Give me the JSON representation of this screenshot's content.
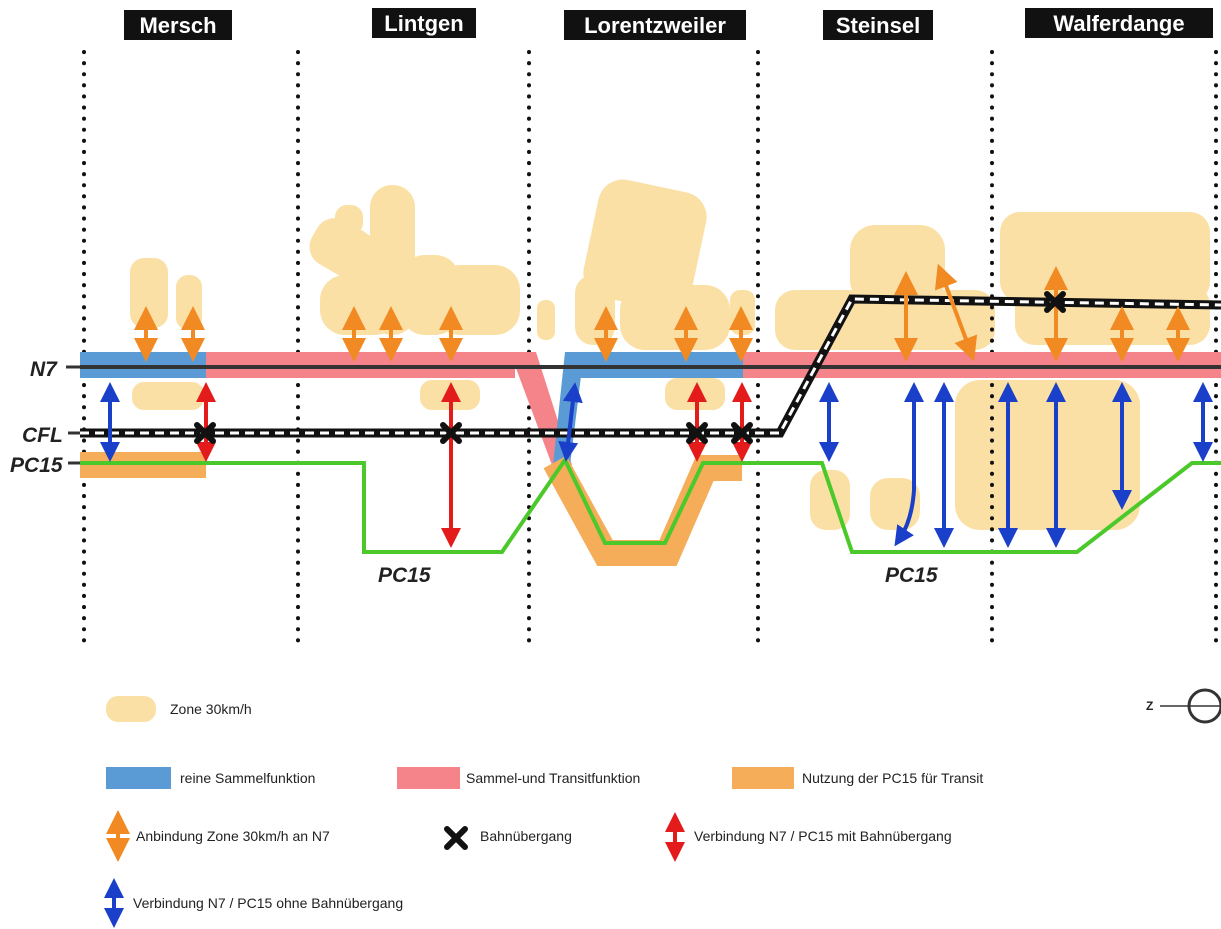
{
  "towns": [
    "Mersch",
    "Lintgen",
    "Lorentzweiler",
    "Steinsel",
    "Walferdange"
  ],
  "roads": {
    "n7": "N7",
    "cfl": "CFL",
    "pc15": "PC15",
    "pc15_lintgen": "PC15",
    "pc15_steinsel": "PC15"
  },
  "legend": {
    "zone30": "Zone 30km/h",
    "sammel": "reine Sammelfunktion",
    "transit": "Sammel-und Transitfunktion",
    "pc15_transit": "Nutzung der PC15 für Transit",
    "anbindung": "Anbindung Zone 30km/h an N7",
    "bahnuebergang": "Bahnübergang",
    "verbindung_mit": "Verbindung N7 / PC15 mit Bahnübergang",
    "verbindung_ohne": "Verbindung N7 / PC15 ohne Bahnübergang"
  },
  "compass": {
    "label": "Z"
  },
  "colors": {
    "zone30": "#fbe0a6",
    "sammel_blue": "#5b9bd5",
    "transit_red": "#f4848a",
    "pc15_orange": "#f5ad5a",
    "pc15_green": "#4cc92a",
    "n7_line": "#333333",
    "arrow_orange": "#f18a22",
    "arrow_red": "#e31b1b",
    "arrow_blue": "#1a3fc8"
  }
}
